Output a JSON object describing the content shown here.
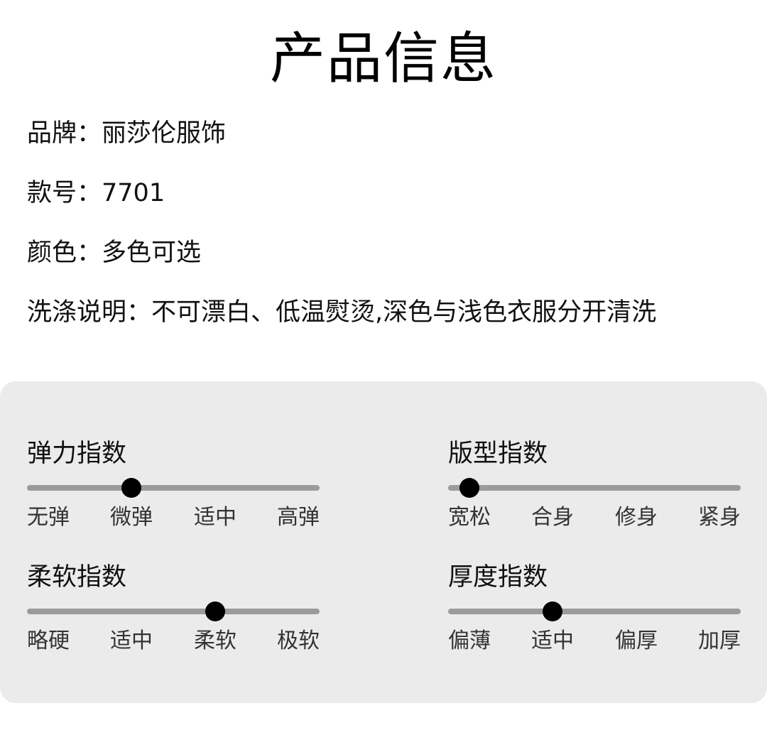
{
  "page": {
    "title": "产品信息"
  },
  "info": {
    "brand": {
      "label": "品牌：",
      "value": "丽莎伦服饰"
    },
    "style_no": {
      "label": "款号：",
      "value": "7701"
    },
    "color": {
      "label": "颜色：",
      "value": "多色可选"
    },
    "washing": {
      "label": "洗涤说明：",
      "value": "不可漂白、低温熨烫,深色与浅色衣服分开清洗"
    }
  },
  "metrics": {
    "elasticity": {
      "title": "弹力指数",
      "labels": [
        "无弹",
        "微弹",
        "适中",
        "高弹"
      ],
      "selected_index": 1
    },
    "fit": {
      "title": "版型指数",
      "labels": [
        "宽松",
        "合身",
        "修身",
        "紧身"
      ],
      "selected_index": 0
    },
    "softness": {
      "title": "柔软指数",
      "labels": [
        "略硬",
        "适中",
        "柔软",
        "极软"
      ],
      "selected_index": 2
    },
    "thickness": {
      "title": "厚度指数",
      "labels": [
        "偏薄",
        "适中",
        "偏厚",
        "加厚"
      ],
      "selected_index": 1
    }
  },
  "colors": {
    "panel_background": "#ebebeb",
    "track": "#9b9b9b",
    "knob": "#000000"
  }
}
